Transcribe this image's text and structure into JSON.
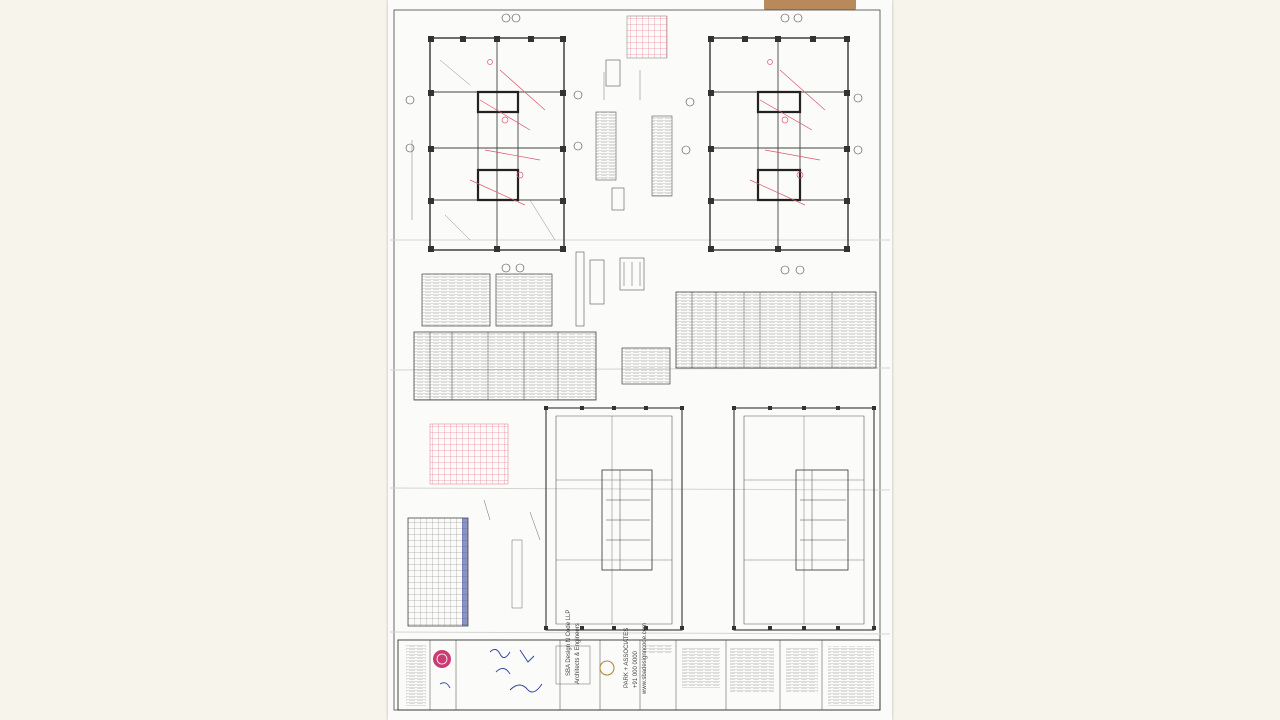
{
  "document": {
    "type": "architectural-drawing-sheet",
    "orientation": "rotated-90",
    "colors": {
      "page": "#f7f4ec",
      "sheet": "#fbfbfa",
      "lines": "#3a3a3a",
      "redlines": "#e0566d",
      "tape": "#b8895a",
      "seal": "#c2185b",
      "ink": "#2c3e9c"
    }
  },
  "title_block": {
    "firm": "SBA Design N Code LLP",
    "firm_sub": "Architects & Engineers",
    "consultant": "PARK + ASSOCIATES",
    "phone": "+91 000 0000",
    "website": "www.sbadesignncode.com"
  }
}
